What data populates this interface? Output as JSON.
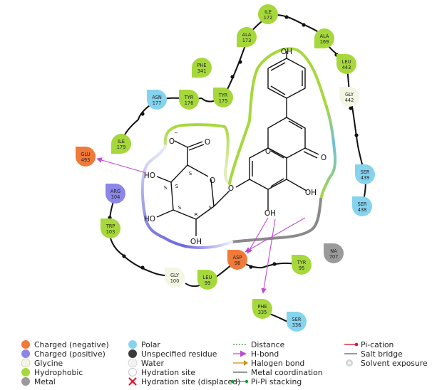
{
  "residues": [
    {
      "id": "ile172",
      "name": "ILE",
      "num": "172",
      "type": "hydrophobic"
    },
    {
      "id": "ala173",
      "name": "ALA",
      "num": "173",
      "type": "hydrophobic"
    },
    {
      "id": "ala169",
      "name": "ALA",
      "num": "169",
      "type": "hydrophobic"
    },
    {
      "id": "leu443",
      "name": "LEU",
      "num": "443",
      "type": "hydrophobic"
    },
    {
      "id": "gly442",
      "name": "GLY",
      "num": "442",
      "type": "glycine"
    },
    {
      "id": "phe341",
      "name": "PHE",
      "num": "341",
      "type": "hydrophobic"
    },
    {
      "id": "asn177",
      "name": "ASN",
      "num": "177",
      "type": "polar"
    },
    {
      "id": "tyr176",
      "name": "TYR",
      "num": "176",
      "type": "hydrophobic"
    },
    {
      "id": "tyr175",
      "name": "TYR",
      "num": "175",
      "type": "hydrophobic"
    },
    {
      "id": "ile179",
      "name": "ILE",
      "num": "179",
      "type": "hydrophobic"
    },
    {
      "id": "glu493",
      "name": "GLU",
      "num": "493",
      "type": "negative"
    },
    {
      "id": "ser439",
      "name": "SER",
      "num": "439",
      "type": "polar"
    },
    {
      "id": "ser438",
      "name": "SER",
      "num": "438",
      "type": "polar"
    },
    {
      "id": "arg104",
      "name": "ARG",
      "num": "104",
      "type": "positive"
    },
    {
      "id": "trp103",
      "name": "TRP",
      "num": "103",
      "type": "hydrophobic"
    },
    {
      "id": "na707",
      "name": "NA",
      "num": "707",
      "type": "metal"
    },
    {
      "id": "asp98",
      "name": "ASP",
      "num": "98",
      "type": "negative"
    },
    {
      "id": "tyr95",
      "name": "TYR",
      "num": "95",
      "type": "hydrophobic"
    },
    {
      "id": "gly100",
      "name": "GLY",
      "num": "100",
      "type": "glycine"
    },
    {
      "id": "leu99",
      "name": "LEU",
      "num": "99",
      "type": "hydrophobic"
    },
    {
      "id": "phe335",
      "name": "PHE",
      "num": "335",
      "type": "hydrophobic"
    },
    {
      "id": "ser336",
      "name": "SER",
      "num": "336",
      "type": "polar"
    }
  ],
  "atoms": {
    "o_top": "OH",
    "o_carboxyl_neg": "O",
    "o_carboxyl_dbl": "O",
    "charge": "−",
    "o_ring_sugar": "O",
    "ho_left": "HO",
    "oh_sugar4": "HO",
    "oh_sugar3": "OH",
    "o_glyco": "O",
    "o_chromone": "O",
    "o_ketone": "O",
    "oh_5": "OH",
    "oh_6": "OH"
  },
  "stereo": [
    "S",
    "S",
    "S",
    "S",
    "R",
    "S"
  ],
  "legend": {
    "col1": [
      "Charged (negative)",
      "Charged (positive)",
      "Glycine",
      "Hydrophobic",
      "Metal"
    ],
    "col2": [
      "Polar",
      "Unspecified residue",
      "Water",
      "Hydration site",
      "Hydration site (displaced)"
    ],
    "col3": [
      "Distance",
      "H-bond",
      "Halogen bond",
      "Metal coordination",
      "Pi-Pi stacking"
    ],
    "col4": [
      "Pi-cation",
      "Salt bridge",
      "Solvent exposure"
    ]
  },
  "colors": {
    "negative": "#f07a3a",
    "positive": "#8c86e8",
    "glycine": "#f4f6e4",
    "hydrophobic": "#a6d83c",
    "polar": "#86d3ee",
    "metal": "#9a9a9a",
    "hbond": "#c04ad8",
    "saltbridge": "#7a3aa8",
    "pication": "#e0102a",
    "distance": "#2a9a2a",
    "halogen": "#d09010",
    "metalcoord": "#555555",
    "pipi": "#10a030"
  }
}
